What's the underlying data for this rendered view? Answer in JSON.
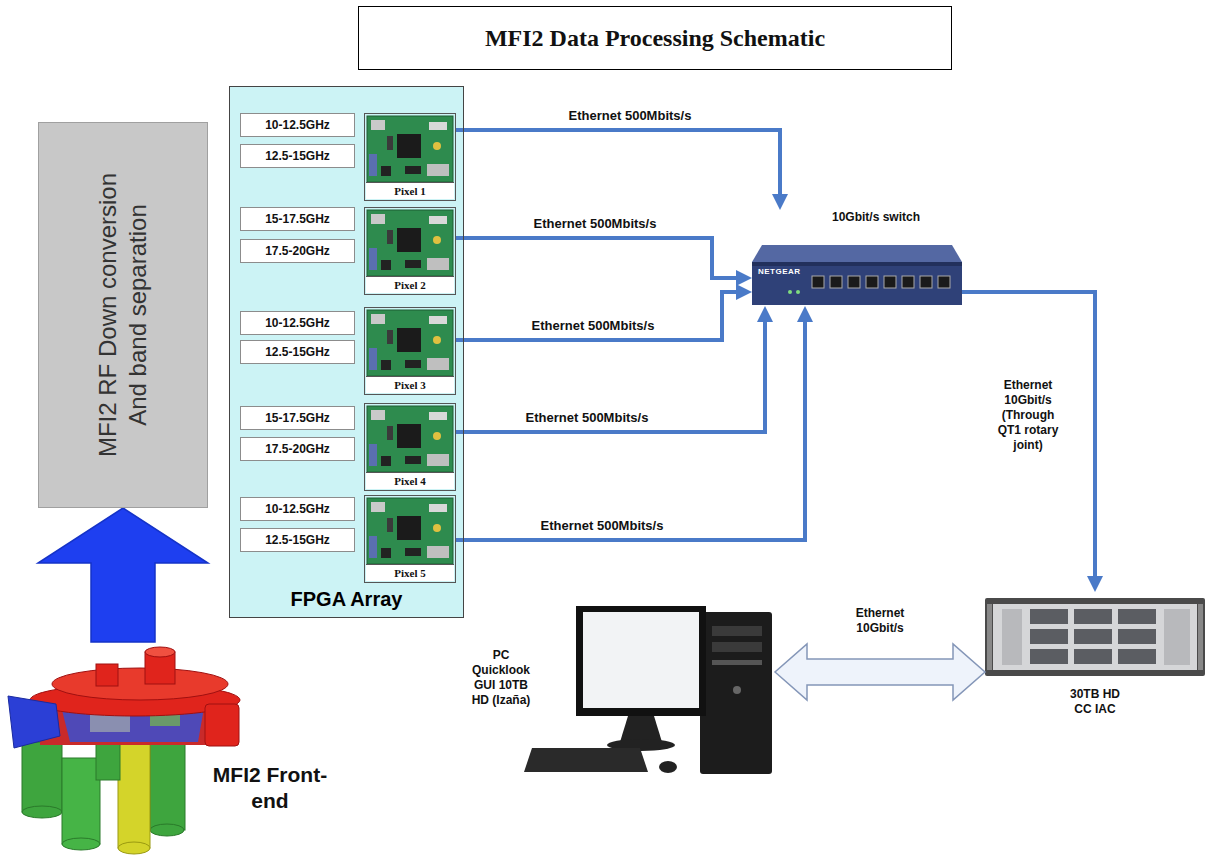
{
  "diagram": {
    "title": "MFI2 Data Processing Schematic",
    "nodes": [
      {
        "text": [
          "MFI2 RF Down conversion And band separation"
        ]
      },
      {
        "text": [
          "FPGA Array"
        ]
      },
      {
        "text": [
          "10-12.5GHz"
        ],
        "in": 1
      },
      {
        "text": [
          "12.5-15GHz"
        ],
        "in": 1
      },
      {
        "text": [
          "Pixel 1"
        ],
        "in": 1
      },
      {
        "text": [
          "15-17.5GHz"
        ],
        "in": 1
      },
      {
        "text": [
          "17.5-20GHz"
        ],
        "in": 1
      },
      {
        "text": [
          "Pixel 2"
        ],
        "in": 1
      },
      {
        "text": [
          "10-12.5GHz"
        ],
        "in": 1
      },
      {
        "text": [
          "12.5-15GHz"
        ],
        "in": 1
      },
      {
        "text": [
          "Pixel 3"
        ],
        "in": 1
      },
      {
        "text": [
          "15-17.5GHz"
        ],
        "in": 1
      },
      {
        "text": [
          "17.5-20GHz"
        ],
        "in": 1
      },
      {
        "text": [
          "Pixel 4"
        ],
        "in": 1
      },
      {
        "text": [
          "10-12.5GHz"
        ],
        "in": 1
      },
      {
        "text": [
          "12.5-15GHz"
        ],
        "in": 1
      },
      {
        "text": [
          "Pixel 5"
        ],
        "in": 1
      },
      {
        "text": [
          "10Gbit/s switch"
        ]
      },
      {
        "text": [
          "PC Quicklook GUI 10TB HD (Izaña)"
        ]
      },
      {
        "text": [
          "30TB HD CC IAC"
        ]
      },
      {
        "text": [
          "MFI2 Front-end"
        ]
      }
    ],
    "edges": [
      {
        "from": 20,
        "to": 0,
        "arrow": "to"
      },
      {
        "from": 4,
        "to": 17,
        "label": "Ethernet 500Mbits/s",
        "arrow": "to"
      },
      {
        "from": 7,
        "to": 17,
        "label": "Ethernet 500Mbits/s",
        "arrow": "to"
      },
      {
        "from": 10,
        "to": 17,
        "label": "Ethernet 500Mbits/s",
        "arrow": "to"
      },
      {
        "from": 13,
        "to": 17,
        "label": "Ethernet 500Mbits/s",
        "arrow": "to"
      },
      {
        "from": 16,
        "to": 17,
        "label": "Ethernet 500Mbits/s",
        "arrow": "to"
      },
      {
        "from": 17,
        "to": 19,
        "label": "Ethernet 10Gbit/s (Through QT1 rotary joint)",
        "arrow": "to"
      },
      {
        "from": 18,
        "to": 19,
        "label": "Ethernet 10Gbit/s",
        "arrow": "both"
      }
    ],
    "labels": [
      "NETGEAR"
    ]
  }
}
